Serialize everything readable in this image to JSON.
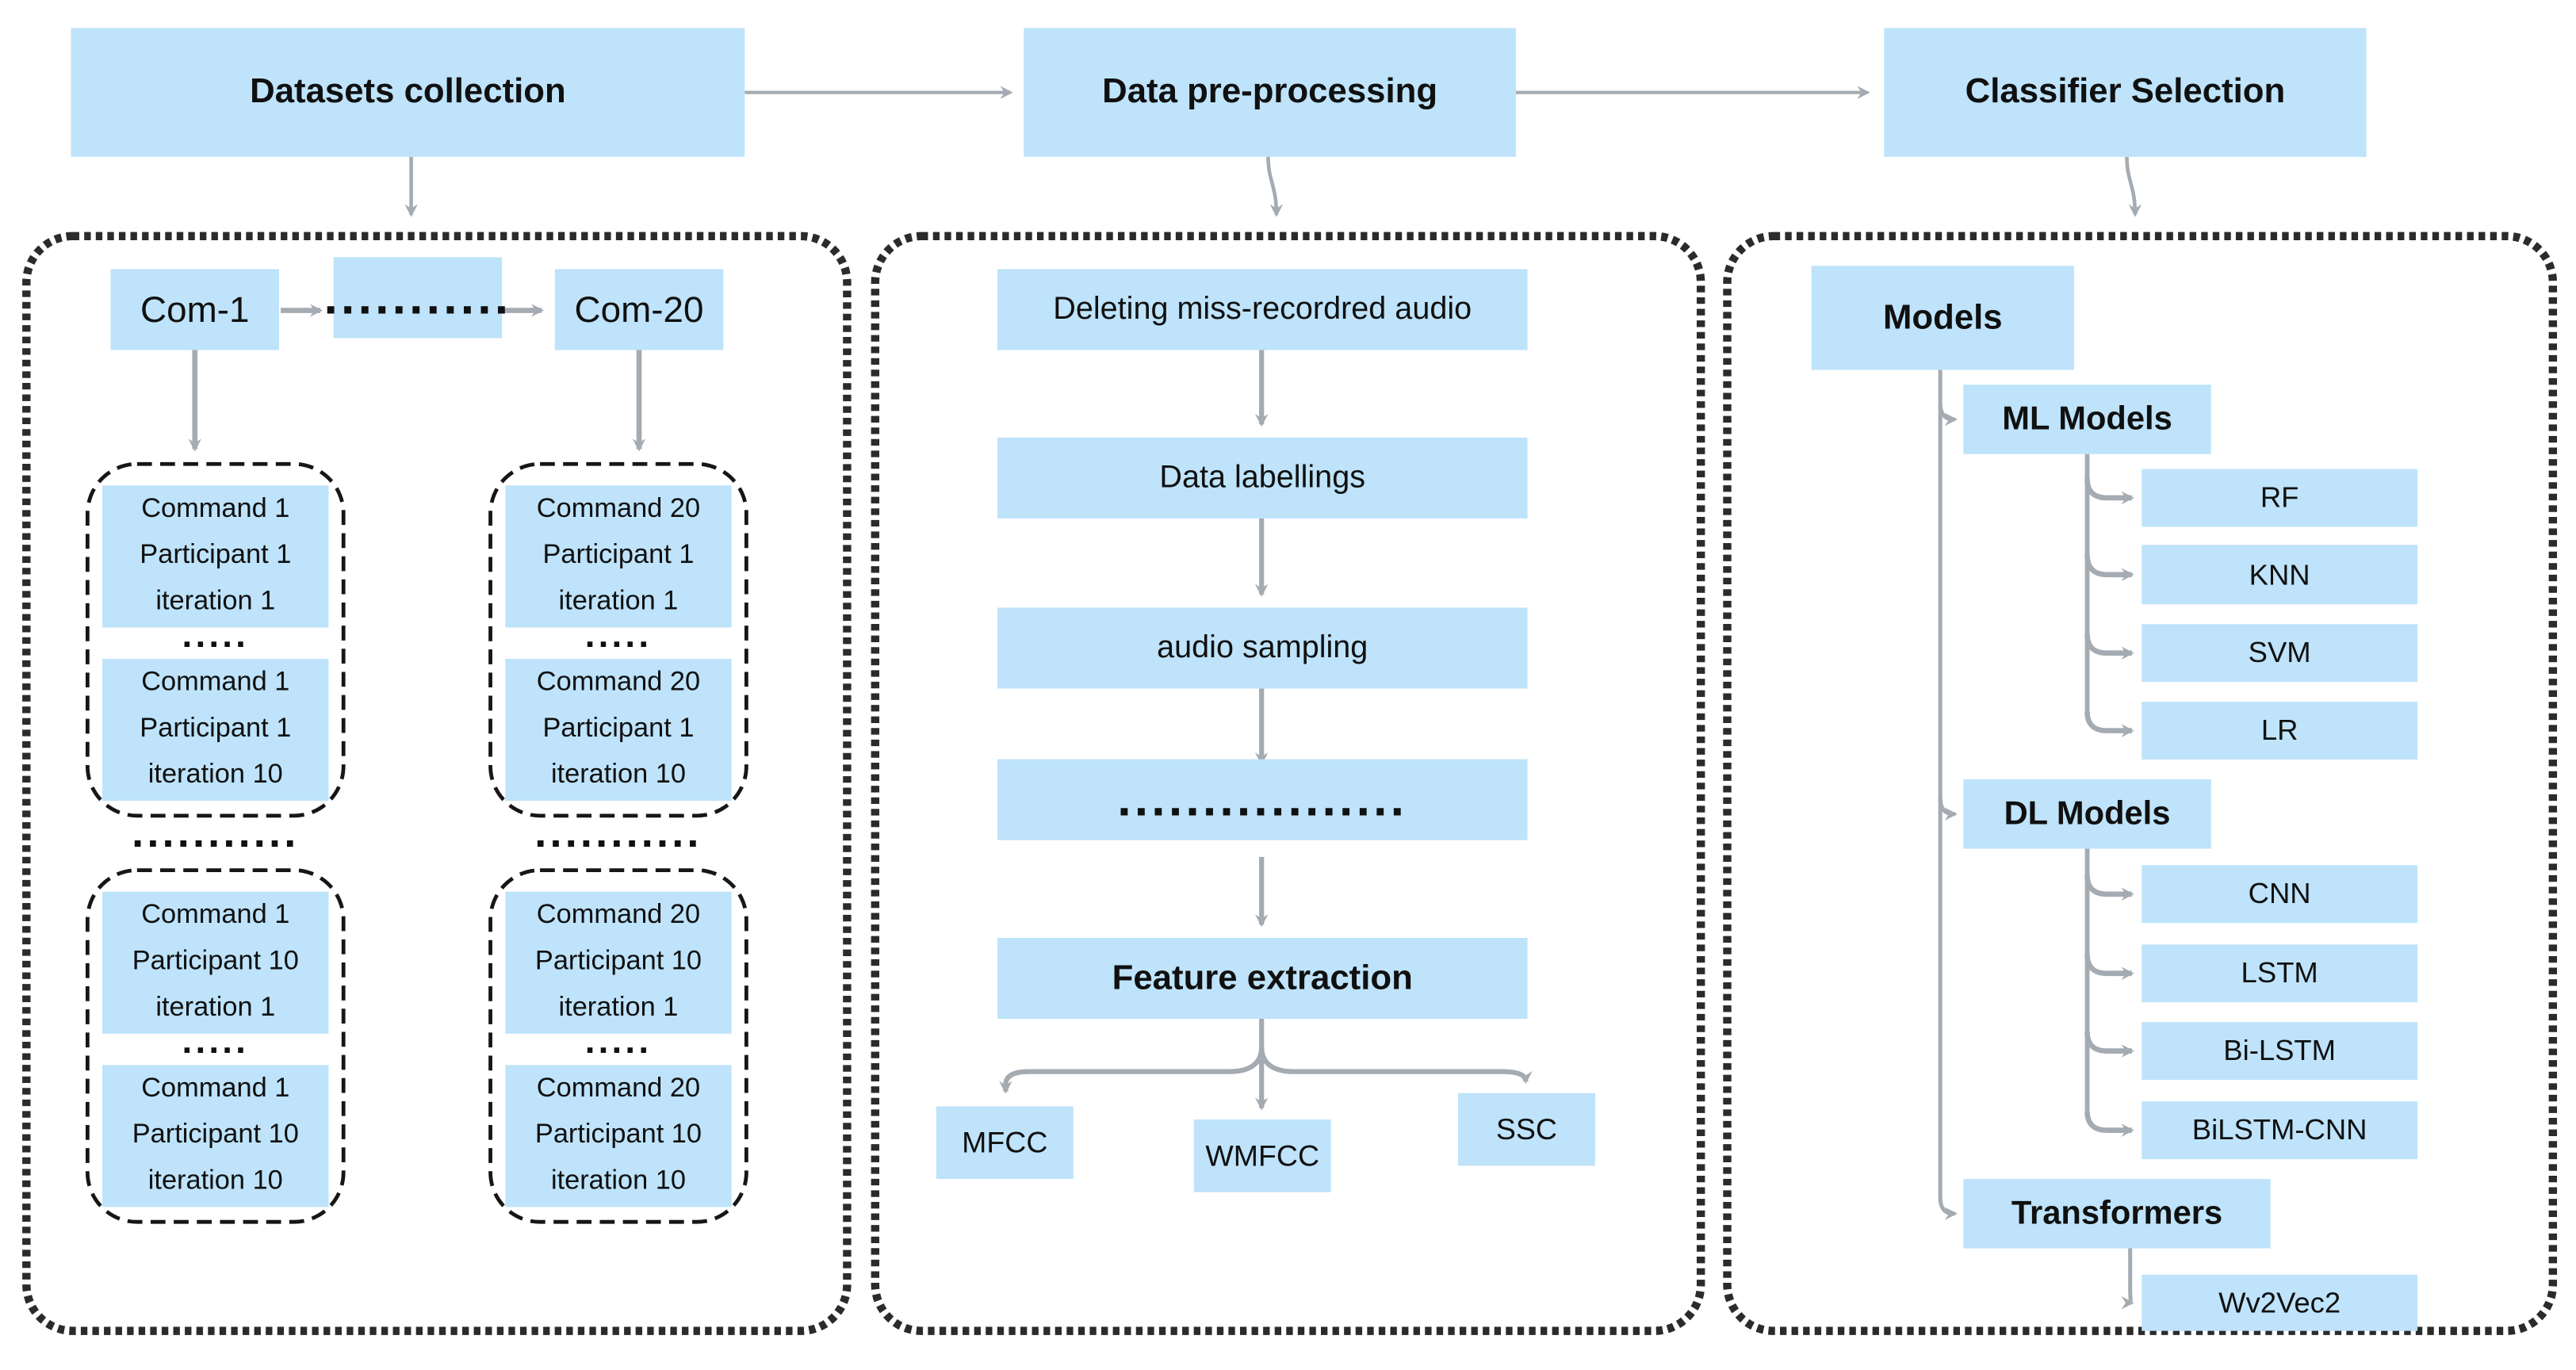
{
  "colors": {
    "node_fill": "#BEE3FA",
    "arrow": "#A4ABB2",
    "panel_border": "#2B2B2B",
    "group_border": "#161616",
    "text": "#101010"
  },
  "pipeline": {
    "stages": [
      {
        "label": "Datasets collection"
      },
      {
        "label": "Data pre-processing"
      },
      {
        "label": "Classifier Selection"
      }
    ]
  },
  "datasets_panel": {
    "command_row": {
      "first": "Com-1",
      "ellipsis": "...........",
      "last": "Com-20"
    },
    "groups": [
      {
        "first": {
          "lines": [
            "Command 1",
            "Participant 1",
            "iteration 1"
          ]
        },
        "ellipsis": ".....",
        "last": {
          "lines": [
            "Command 1",
            "Participant 1",
            "iteration 10"
          ]
        }
      },
      {
        "first": {
          "lines": [
            "Command 20",
            "Participant 1",
            "iteration 1"
          ]
        },
        "ellipsis": ".....",
        "last": {
          "lines": [
            "Command 20",
            "Participant 1",
            "iteration 10"
          ]
        }
      },
      {
        "first": {
          "lines": [
            "Command 1",
            "Participant 10",
            "iteration 1"
          ]
        },
        "ellipsis": ".....",
        "last": {
          "lines": [
            "Command 1",
            "Participant 10",
            "iteration 10"
          ]
        }
      },
      {
        "first": {
          "lines": [
            "Command 20",
            "Participant 10",
            "iteration 1"
          ]
        },
        "ellipsis": ".....",
        "last": {
          "lines": [
            "Command 20",
            "Participant 10",
            "iteration 10"
          ]
        }
      }
    ],
    "column_ellipses": [
      "...........",
      "..........."
    ]
  },
  "preprocessing_panel": {
    "steps": [
      "Deleting miss-recordred audio",
      "Data labellings",
      "audio sampling",
      ".................",
      "Feature extraction"
    ],
    "features": [
      "MFCC",
      "WMFCC",
      "SSC"
    ]
  },
  "classifier_panel": {
    "root": "Models",
    "groups": [
      {
        "label": "ML Models",
        "children": [
          "RF",
          "KNN",
          "SVM",
          "LR"
        ]
      },
      {
        "label": "DL Models",
        "children": [
          "CNN",
          "LSTM",
          "Bi-LSTM",
          "BiLSTM-CNN"
        ]
      },
      {
        "label": "Transformers",
        "children": [
          "Wv2Vec2"
        ]
      }
    ]
  }
}
